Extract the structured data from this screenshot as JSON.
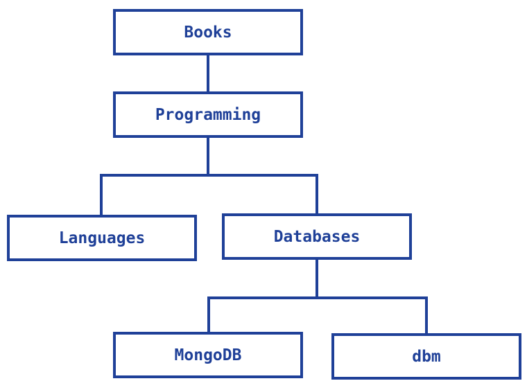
{
  "diagram": {
    "type": "tree",
    "background_color": "#ffffff",
    "line_color": "#1f4098",
    "text_color": "#1f4098",
    "nodes": {
      "books": "Books",
      "programming": "Programming",
      "languages": "Languages",
      "databases": "Databases",
      "mongodb": "MongoDB",
      "dbm": "dbm"
    },
    "edges": [
      [
        "Books",
        "Programming"
      ],
      [
        "Programming",
        "Languages"
      ],
      [
        "Programming",
        "Databases"
      ],
      [
        "Databases",
        "MongoDB"
      ],
      [
        "Databases",
        "dbm"
      ]
    ]
  }
}
